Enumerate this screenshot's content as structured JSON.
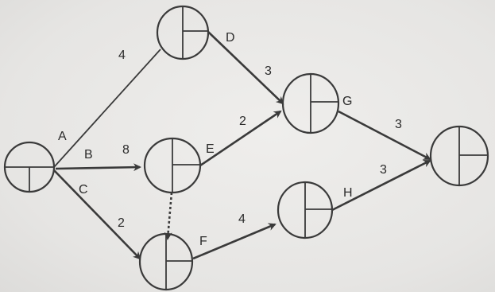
{
  "diagram": {
    "activities": [
      {
        "id": "A",
        "label": "A",
        "duration": "4"
      },
      {
        "id": "B",
        "label": "B",
        "duration": "8"
      },
      {
        "id": "C",
        "label": "C",
        "duration": "2"
      },
      {
        "id": "D",
        "label": "D",
        "duration": "3"
      },
      {
        "id": "E",
        "label": "E",
        "duration": "2"
      },
      {
        "id": "F",
        "label": "F",
        "duration": "4"
      },
      {
        "id": "G",
        "label": "G",
        "duration": "3"
      },
      {
        "id": "H",
        "label": "H",
        "duration": "3"
      }
    ],
    "dummy_activity": {
      "from": "E",
      "to": "F"
    },
    "colors": {
      "ink": "#3a3a3a",
      "paper": "#e9e8e6"
    }
  }
}
